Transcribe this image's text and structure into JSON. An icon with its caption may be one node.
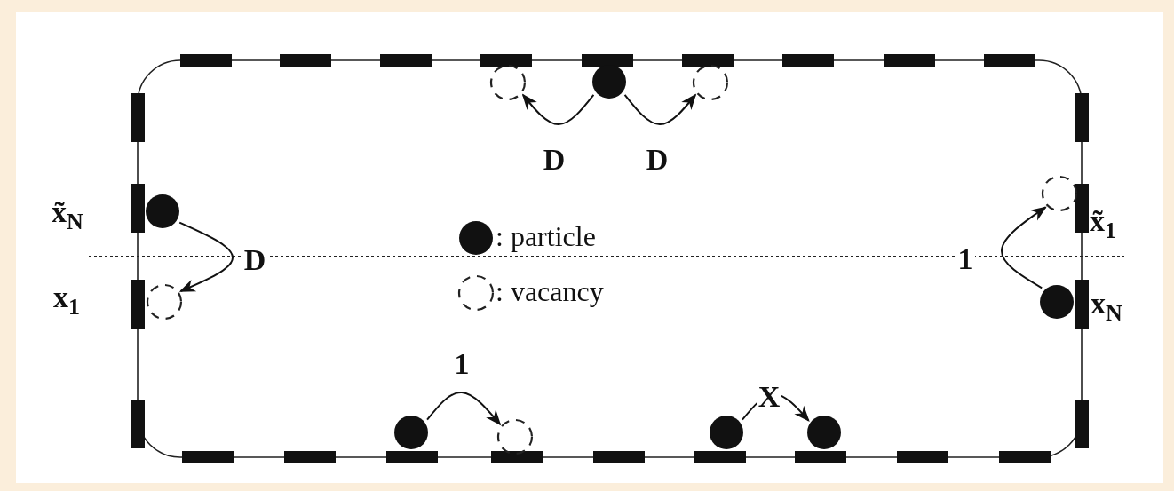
{
  "diagram": {
    "nodes": [
      {
        "text": [],
        "shape": "ring"
      },
      {
        "text": [],
        "shape": "circle"
      },
      {
        "text": [],
        "shape": "ring"
      },
      {
        "text": [],
        "shape": "circle"
      },
      {
        "text": [],
        "shape": "ring"
      },
      {
        "text": [],
        "shape": "ring"
      },
      {
        "text": [],
        "shape": "circle"
      },
      {
        "text": [],
        "shape": "circle"
      },
      {
        "text": [],
        "shape": "ring"
      },
      {
        "text": [],
        "shape": "circle"
      },
      {
        "text": [],
        "shape": "circle"
      }
    ],
    "edges": [
      {
        "from": 1,
        "to": 0,
        "arrow": "to",
        "label": "D"
      },
      {
        "from": 1,
        "to": 2,
        "arrow": "to",
        "label": "D"
      },
      {
        "from": 3,
        "to": 4,
        "arrow": "to",
        "label": "D"
      },
      {
        "from": 6,
        "to": 5,
        "arrow": "to",
        "label": "1"
      },
      {
        "from": 7,
        "to": 8,
        "arrow": "to",
        "label": "1"
      },
      {
        "from": 9,
        "to": 10,
        "arrow": "to",
        "label": "X"
      }
    ],
    "labels": [
      "x̃$_{N}$",
      "x̃$_{1}$",
      "x$_{1}$",
      "x$_{N}$"
    ],
    "legend": [
      {
        "text": ": particle"
      },
      {
        "text": ": vacancy"
      }
    ]
  }
}
